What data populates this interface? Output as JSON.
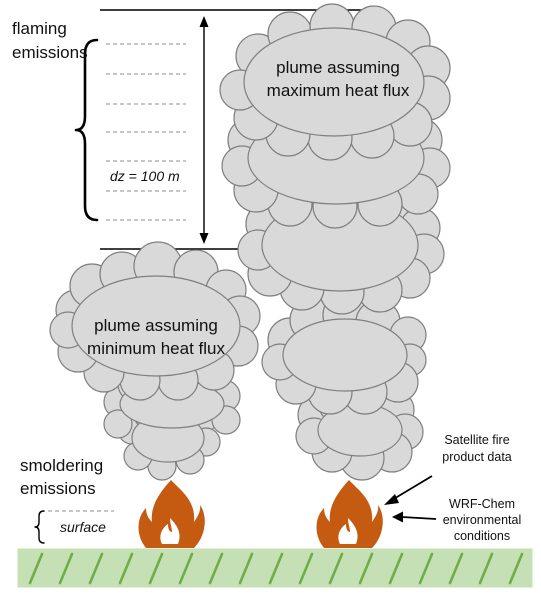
{
  "labels": {
    "flaming_line1": "flaming",
    "flaming_line2": "emissions",
    "dz": "dz = 100 m",
    "max_plume_line1": "plume assuming",
    "max_plume_line2": "maximum heat flux",
    "min_plume_line1": "plume assuming",
    "min_plume_line2": "minimum heat flux",
    "smoldering_line1": "smoldering",
    "smoldering_line2": "emissions",
    "surface": "surface",
    "satellite_line1": "Satellite fire",
    "satellite_line2": "product data",
    "wrf_line1": "WRF-Chem",
    "wrf_line2": "environmental",
    "wrf_line3": "conditions"
  },
  "colors": {
    "smoke_fill": "#d9d9d9",
    "smoke_stroke": "#7f7f7f",
    "flame": "#c55a11",
    "ground": "#c5e0b4",
    "ground_stripe": "#70ad47",
    "line": "#000000",
    "dash": "#8c8c8c"
  }
}
